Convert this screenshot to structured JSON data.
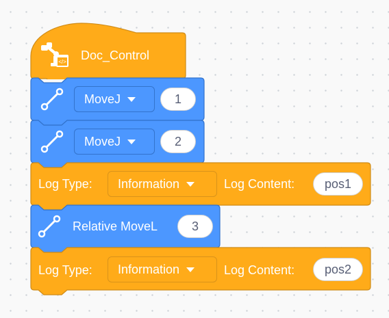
{
  "program": {
    "hat": {
      "label": "Doc_Control",
      "icon": "robot-arm-code-icon",
      "color": "#ffab19"
    },
    "blocks": [
      {
        "type": "movej",
        "icon": "link-icon",
        "dropdown": "MoveJ",
        "value": "1",
        "color": "#4c97ff"
      },
      {
        "type": "movej",
        "icon": "link-icon",
        "dropdown": "MoveJ",
        "value": "2",
        "color": "#4c97ff"
      },
      {
        "type": "log",
        "type_label": "Log Type:",
        "type_value": "Information",
        "content_label": "Log Content:",
        "content_value": "pos1",
        "color": "#ffab19"
      },
      {
        "type": "relative_movel",
        "icon": "link-icon",
        "label": "Relative MoveL",
        "value": "3",
        "color": "#4c97ff"
      },
      {
        "type": "log",
        "type_label": "Log Type:",
        "type_value": "Information",
        "content_label": "Log Content:",
        "content_value": "pos2",
        "color": "#ffab19"
      }
    ]
  }
}
